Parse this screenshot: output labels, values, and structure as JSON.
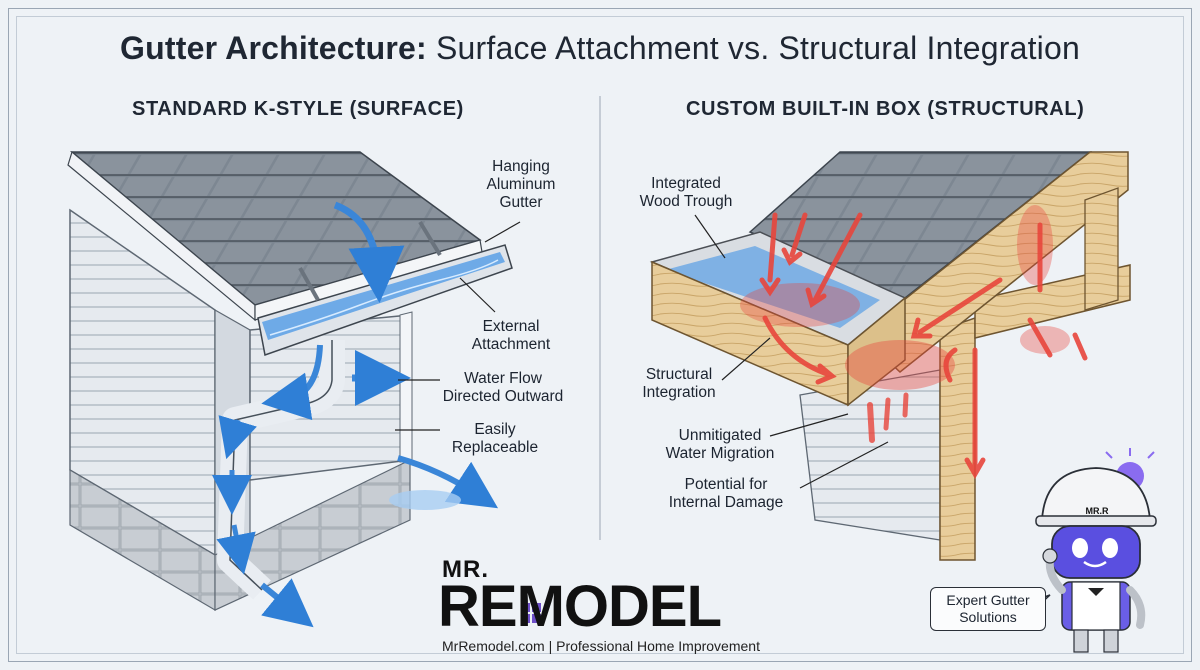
{
  "title_bold": "Gutter Architecture:",
  "title_rest": " Surface Attachment vs. Structural Integration",
  "left_panel": {
    "heading": "STANDARD K-STYLE (SURFACE)",
    "labels": {
      "hanging": "Hanging\nAluminum\nGutter",
      "external": "External\nAttachment",
      "water_flow": "Water Flow\nDirected Outward",
      "replaceable": "Easily\nReplaceable"
    }
  },
  "right_panel": {
    "heading": "CUSTOM BUILT-IN BOX (STRUCTURAL)",
    "labels": {
      "trough": "Integrated\nWood Trough",
      "structural": "Structural\nIntegration",
      "migration": "Unmitigated\nWater Migration",
      "damage": "Potential for\nInternal Damage"
    }
  },
  "brand": {
    "mr": "MR.",
    "name": "REMODEL",
    "tagline": "MrRemodel.com  |  Professional Home Improvement",
    "mascot_badge": "MR.R",
    "callout": "Expert Gutter\nSolutions"
  },
  "colors": {
    "water_blue": "#3a86d8",
    "warning_red": "#e8463c",
    "wood": "#e7cc98",
    "shingle": "#7b8590"
  }
}
